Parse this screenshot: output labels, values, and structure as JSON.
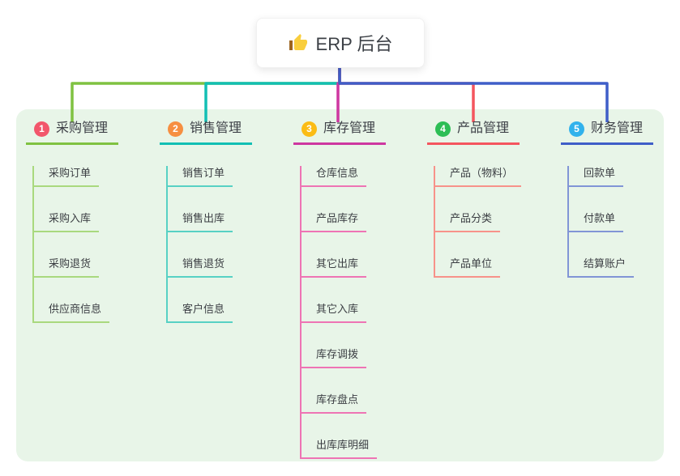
{
  "root": {
    "title": "ERP 后台",
    "icon": "thumbs-up-icon"
  },
  "branches": [
    {
      "index": "1",
      "label": "采购管理",
      "badge_color": "#f2566b",
      "line_color": "#7fc241",
      "child_line_color": "#a9d97e",
      "children": [
        "采购订单",
        "采购入库",
        "采购退货",
        "供应商信息"
      ]
    },
    {
      "index": "2",
      "label": "销售管理",
      "badge_color": "#f68f41",
      "line_color": "#12bfb4",
      "child_line_color": "#57d1c4",
      "children": [
        "销售订单",
        "销售出库",
        "销售退货",
        "客户信息"
      ]
    },
    {
      "index": "3",
      "label": "库存管理",
      "badge_color": "#fbbc15",
      "line_color": "#ce37a0",
      "child_line_color": "#ee74b4",
      "children": [
        "仓库信息",
        "产品库存",
        "其它出库",
        "其它入库",
        "库存调拨",
        "库存盘点",
        "出库库明细"
      ]
    },
    {
      "index": "4",
      "label": "产品管理",
      "badge_color": "#2dbe55",
      "line_color": "#f4555e",
      "child_line_color": "#f7928a",
      "children": [
        "产品（物料）",
        "产品分类",
        "产品单位"
      ]
    },
    {
      "index": "5",
      "label": "财务管理",
      "badge_color": "#31b2ec",
      "line_color": "#3f5ec8",
      "child_line_color": "#8195d6",
      "children": [
        "回款单",
        "付款单",
        "结算账户"
      ]
    }
  ],
  "colors": {
    "panel_bg": "#e8f5e8",
    "page_bg": "#ffffff",
    "text": "#3d4047",
    "root_text": "#3c4046"
  }
}
